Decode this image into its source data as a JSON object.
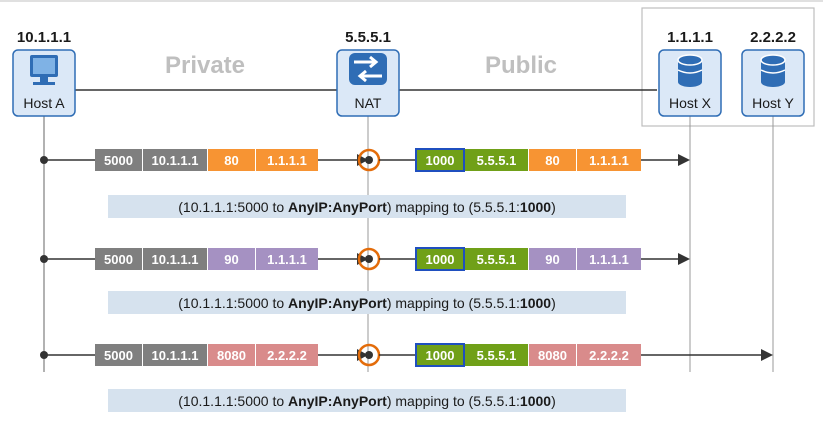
{
  "nodes": {
    "host_a": {
      "ip": "10.1.1.1",
      "label": "Host A",
      "icon": "monitor-icon"
    },
    "nat": {
      "ip": "5.5.5.1",
      "label": "NAT",
      "icon": "nat-arrows-icon"
    },
    "host_x": {
      "ip": "1.1.1.1",
      "label": "Host X",
      "icon": "database-icon"
    },
    "host_y": {
      "ip": "2.2.2.2",
      "label": "Host Y",
      "icon": "database-icon"
    }
  },
  "zones": {
    "private": "Private",
    "public": "Public"
  },
  "flows": [
    {
      "src_port": "5000",
      "src_ip": "10.1.1.1",
      "dst_port": "80",
      "dst_ip": "1.1.1.1",
      "nat_port": "1000",
      "nat_ip": "5.5.5.1",
      "target": "host_x",
      "color": "#f79433",
      "mapping": {
        "a": "(10.1.1.1:5000 to ",
        "b": "AnyIP:AnyPort",
        "c": ") mapping to (5.5.5.1:",
        "d": "1000",
        "e": ")"
      }
    },
    {
      "src_port": "5000",
      "src_ip": "10.1.1.1",
      "dst_port": "90",
      "dst_ip": "1.1.1.1",
      "nat_port": "1000",
      "nat_ip": "5.5.5.1",
      "target": "host_x",
      "color": "#a591c2",
      "mapping": {
        "a": "(10.1.1.1:5000 to ",
        "b": "AnyIP:AnyPort",
        "c": ") mapping to (5.5.5.1:",
        "d": "1000",
        "e": ")"
      }
    },
    {
      "src_port": "5000",
      "src_ip": "10.1.1.1",
      "dst_port": "8080",
      "dst_ip": "2.2.2.2",
      "nat_port": "1000",
      "nat_ip": "5.5.5.1",
      "target": "host_y",
      "color": "#d98b8b",
      "mapping": {
        "a": "(10.1.1.1:5000 to ",
        "b": "AnyIP:AnyPort",
        "c": ") mapping to (5.5.5.1:",
        "d": "1000",
        "e": ")"
      }
    }
  ],
  "colors": {
    "src_port": "#7f7f7f",
    "src_ip": "#7f7f7f",
    "nat": "#70a018",
    "nat_port_border": "#1f4fbf",
    "device_fill": "#dbe8f7",
    "device_border": "#2f6db5",
    "marker": "#e36c0a",
    "mapping_bg": "#d6e2ee"
  }
}
